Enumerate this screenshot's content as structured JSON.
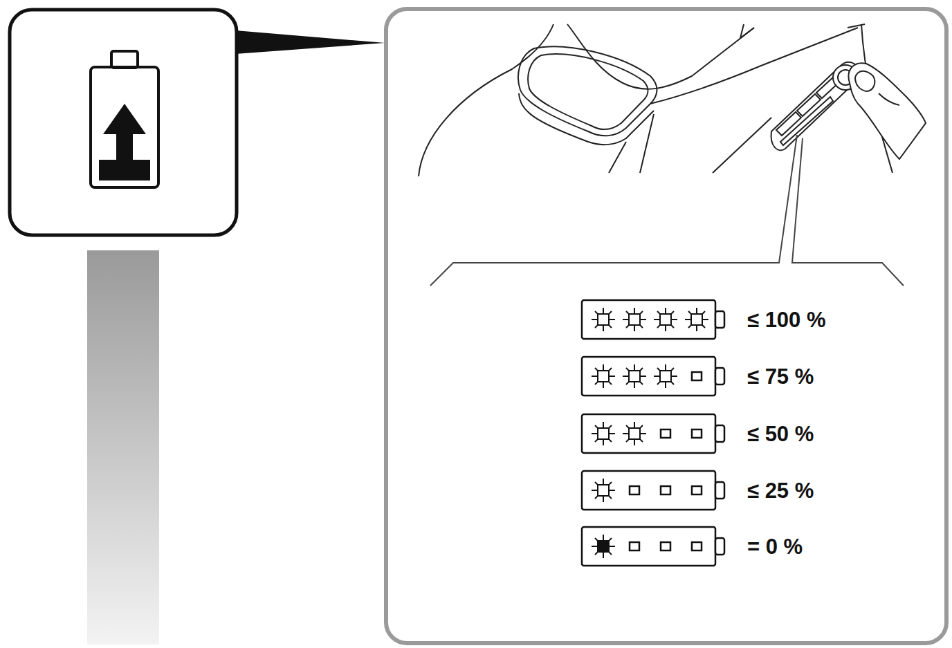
{
  "diagram": {
    "labels": [
      "≤ 100 %",
      "≤ 75 %",
      "≤ 50 %",
      "≤ 25 %",
      "= 0 %"
    ]
  }
}
